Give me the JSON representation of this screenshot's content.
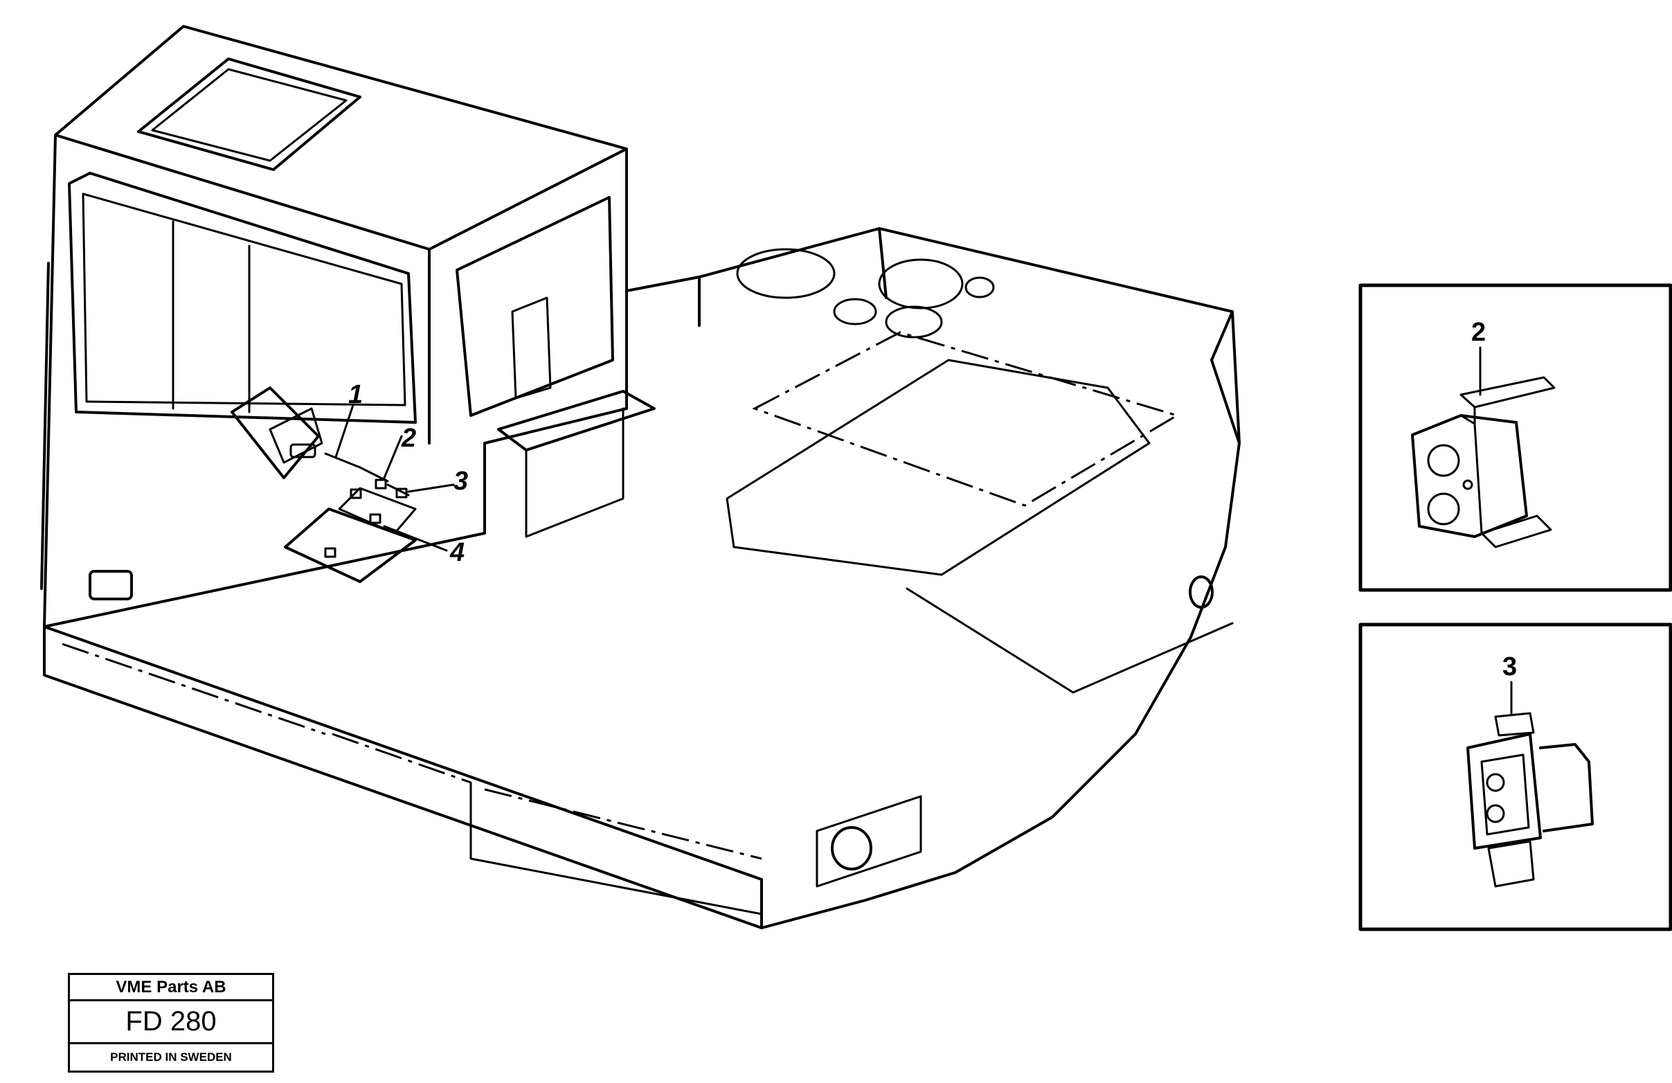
{
  "callouts": {
    "main": [
      "1",
      "2",
      "3",
      "4"
    ],
    "detail_top": "2",
    "detail_bottom": "3"
  },
  "title_block": {
    "company": "VME Parts AB",
    "code": "FD 280",
    "printed": "PRINTED IN SWEDEN"
  }
}
